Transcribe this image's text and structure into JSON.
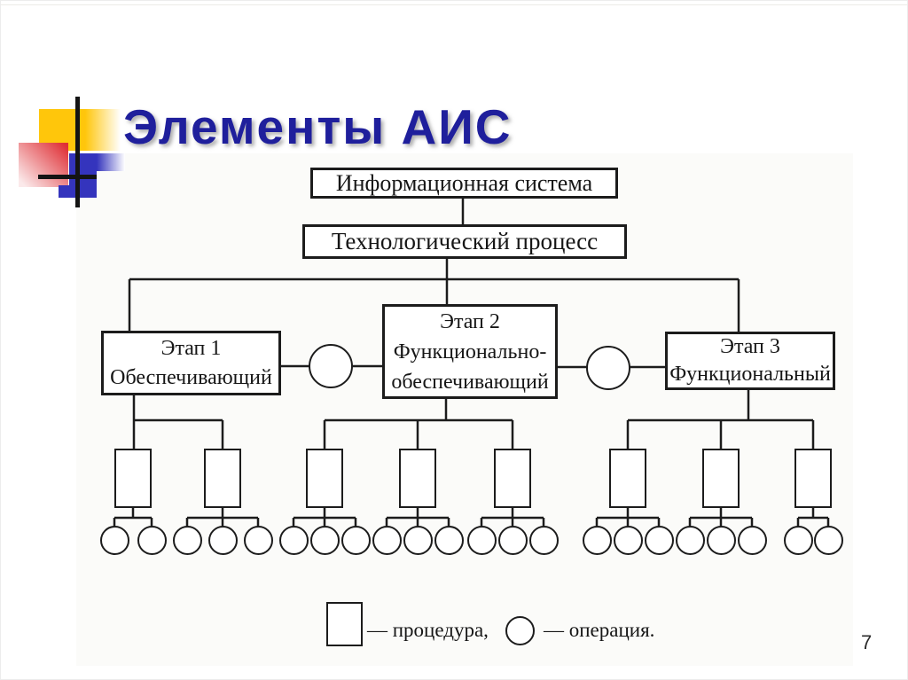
{
  "slide": {
    "title": "Элементы АИС",
    "page_number": "7"
  },
  "colors": {
    "title_blue": "#1f1f9c",
    "accent_yellow": "#ffc60b",
    "accent_red": "#df2f35",
    "accent_blue": "#3434bd",
    "diagram_line": "#1c1c1c"
  },
  "diagram": {
    "system_box": "Информационная система",
    "process_box": "Технологический процесс",
    "stage1_line1": "Этап 1",
    "stage1_line2": "Обеспечивающий",
    "stage2_line1": "Этап 2",
    "stage2_line2": "Функционально-",
    "stage2_line3": "обеспечивающий",
    "stage3_line1": "Этап 3",
    "stage3_line2": "Функциональный",
    "legend_procedure": "— процедура,",
    "legend_operation": "— операция.",
    "structure": {
      "stages": [
        {
          "stage": 1,
          "procedures": 2,
          "operations_per_procedure": [
            2,
            3
          ]
        },
        {
          "stage": 2,
          "procedures": 3,
          "operations_per_procedure": [
            3,
            3,
            3
          ]
        },
        {
          "stage": 3,
          "procedures": 3,
          "operations_per_procedure": [
            3,
            3,
            2
          ]
        }
      ],
      "connector_circles_between_stages": 2
    }
  }
}
